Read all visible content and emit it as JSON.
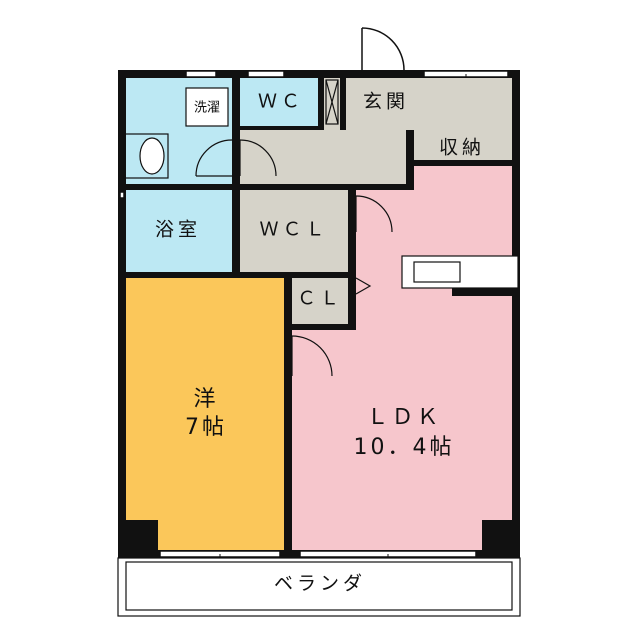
{
  "floorplan": {
    "colors": {
      "wall": "#111111",
      "wet_area": "#bce8f3",
      "circulation": "#d6d3c9",
      "western_room": "#fbc75a",
      "ldk": "#f6c6cc",
      "exterior": "#ffffff"
    },
    "rooms": {
      "laundry": "洗濯",
      "wc": "ＷＣ",
      "genkan": "玄関",
      "storage": "収納",
      "bath": "浴室",
      "wcl": "ＷＣＬ",
      "cl": "ＣＬ",
      "western_room_name": "洋",
      "western_room_size": "7帖",
      "ldk_name": "ＬＤＫ",
      "ldk_size": "10．4帖",
      "veranda": "ベランダ"
    }
  }
}
